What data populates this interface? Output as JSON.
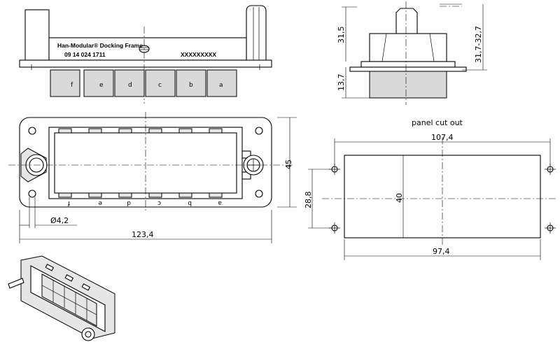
{
  "product": {
    "name": "Han-Modular® Docking Frame",
    "part_number": "09 14 024 1711",
    "marking": "XXXXXXXXX"
  },
  "modules": [
    "f",
    "e",
    "d",
    "c",
    "b",
    "a"
  ],
  "modules_bottom": [
    "f",
    "e",
    "d",
    "c",
    "b",
    "a"
  ],
  "dimensions": {
    "front_height": "31,5",
    "side_height_range": "31,7-32,7",
    "side_lower": "13,7",
    "frame_height": "45",
    "hole_diameter": "Ø4,2",
    "frame_width": "123,4"
  },
  "panel_cutout": {
    "title": "panel cut out",
    "outer_width": "107,4",
    "inner_width": "97,4",
    "height": "40",
    "hole_spacing": "28,8"
  }
}
